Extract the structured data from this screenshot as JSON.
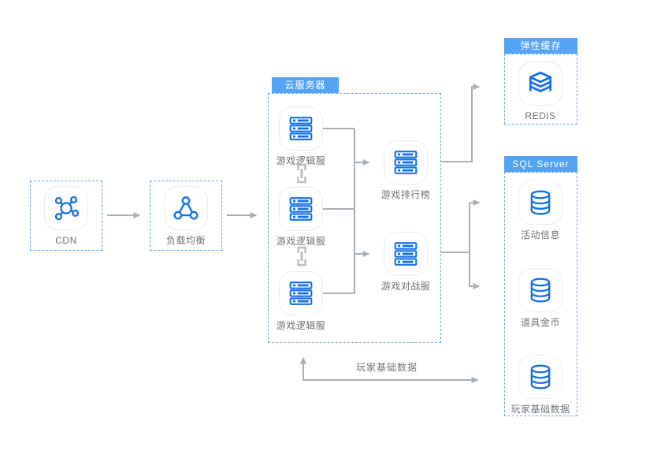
{
  "groups": {
    "cloud": {
      "title": "云服务器"
    },
    "cache": {
      "title": "弹性缓存"
    },
    "sql": {
      "title": "SQL Server"
    }
  },
  "nodes": {
    "cdn": {
      "label": "CDN"
    },
    "lb": {
      "label": "负载均衡"
    },
    "logic1": {
      "label": "游戏逻辑服"
    },
    "logic2": {
      "label": "游戏逻辑服"
    },
    "logic3": {
      "label": "游戏逻辑服"
    },
    "leaderboard": {
      "label": "游戏排行榜"
    },
    "battle": {
      "label": "游戏对战服"
    },
    "redis": {
      "label": "REDIS"
    },
    "activity": {
      "label": "活动信息"
    },
    "gold": {
      "label": "道具金币"
    },
    "playerdata": {
      "label": "玩家基础数据"
    }
  },
  "edges": {
    "feedback_label": "玩家基础数据"
  },
  "icons": {
    "cdn": "cdn-network-icon",
    "lb": "load-balancer-icon",
    "server": "server-rack-icon",
    "redis": "layer-stack-icon",
    "database": "database-cylinder-icon",
    "chain": "chain-link-icon"
  },
  "colors": {
    "icon_blue": "#1771E6",
    "tab_blue": "#55A4F3",
    "dashed_border_blue": "#5FA8F5",
    "arrow_gray": "#A8B0BA",
    "label_gray": "#6E7378",
    "chain_gray": "#B6BEC6"
  }
}
